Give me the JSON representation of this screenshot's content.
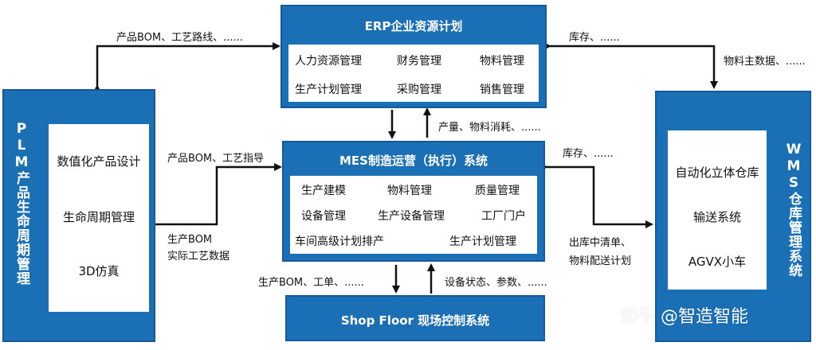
{
  "erp": {
    "title": "ERP企业资源计划",
    "items": [
      "人力资源管理",
      "财务管理",
      "物料管理",
      "生产计划管理",
      "采购管理",
      "销售管理"
    ]
  },
  "mes": {
    "title": "MES制造运营（执行）系统",
    "items": [
      "生产建模",
      "物料管理",
      "质量管理",
      "设备管理",
      "生产设备管理",
      "工厂门户",
      "车间高级计划排产",
      "生产计划管理"
    ]
  },
  "shopfloor": {
    "title": "Shop Floor 现场控制系统"
  },
  "plm": {
    "title": "PLM产品生命周期管理",
    "items": [
      "数值化产品设计",
      "生命周期管理",
      "3D仿真"
    ]
  },
  "wms": {
    "title": "WMS仓库管理系统",
    "items": [
      "自动化立体仓库",
      "输送系统",
      "AGVX小车"
    ]
  },
  "labels": {
    "plm_erp": "产品BOM、工艺路线、......",
    "erp_wms_top": "库存、......",
    "erp_wms_bottom": "物料主数据、......",
    "erp_mes": "产量、物料消耗、......",
    "plm_mes_top": "产品BOM、工艺指导",
    "plm_mes_bottom_1": "生产BOM",
    "plm_mes_bottom_2": "实际工艺数据",
    "mes_wms_top": "库存、......",
    "mes_wms_bottom_1": "出库中清单、",
    "mes_wms_bottom_2": "物料配送计划",
    "mes_shop_down": "生产BOM、工单、......",
    "mes_shop_up": "设备状态、参数、......"
  },
  "watermark": "知乎 @智造智能",
  "colors": {
    "box": "#1a6fb5",
    "border": "#14599a"
  }
}
